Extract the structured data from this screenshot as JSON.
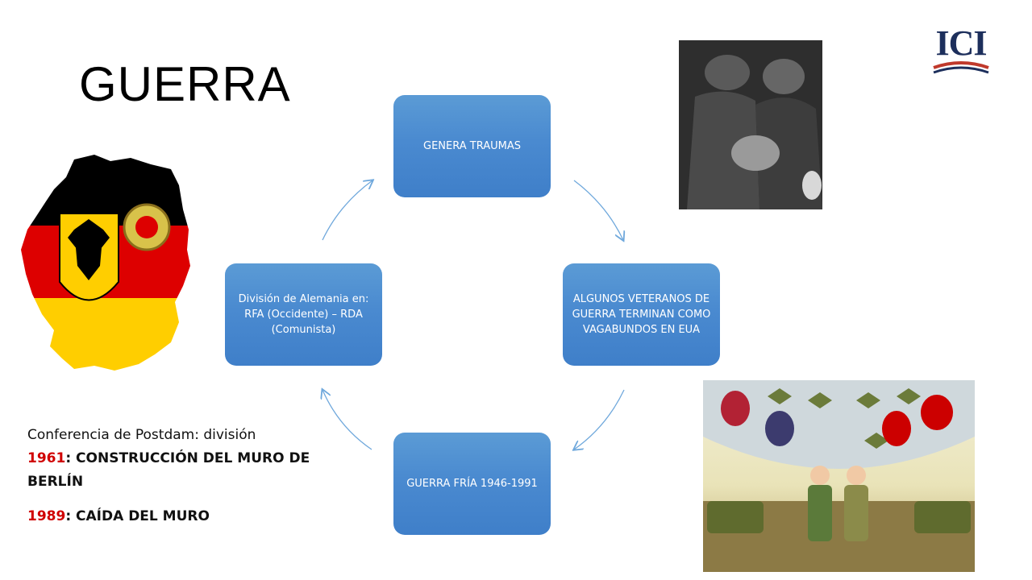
{
  "title": "GUERRA",
  "cycle": {
    "top": "GENERA TRAUMAS",
    "right": "ALGUNOS VETERANOS DE GUERRA TERMINAN COMO VAGABUNDOS EN EUA",
    "bottom": "GUERRA FRÍA 1946-1991",
    "left": "División de Alemania en: RFA (Occidente) – RDA (Comunista)"
  },
  "info": {
    "line1": "Conferencia de Postdam: división",
    "year1": "1961",
    "event1": ": CONSTRUCCIÓN DEL MURO DE BERLÍN",
    "year2": "1989",
    "event2": ": CAÍDA DEL MURO"
  },
  "logo": {
    "text": "ICI"
  },
  "colors": {
    "node": "#5b9bd5",
    "arrow": "#6fa8dc",
    "year": "#d00000",
    "logo": "#1d2f5c",
    "logo_accent": "#c0392b"
  }
}
